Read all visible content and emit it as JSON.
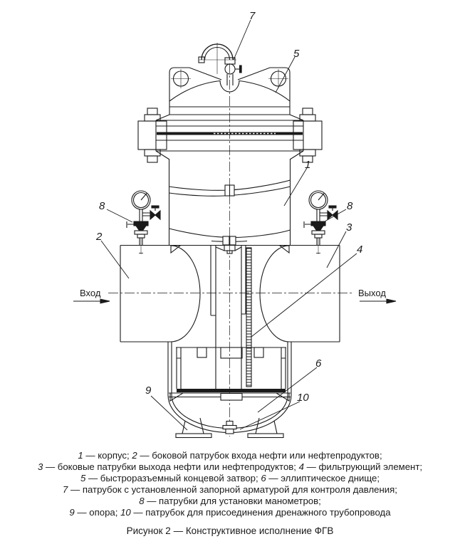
{
  "figure": {
    "labels": {
      "n1": "1",
      "n2": "2",
      "n3": "3",
      "n4": "4",
      "n5": "5",
      "n6": "6",
      "n7": "7",
      "n8": "8",
      "n9": "9",
      "n10": "10"
    },
    "ports": {
      "inlet": "Вход",
      "outlet": "Выход"
    },
    "captions": [
      "1 — корпус; 2 — боковой патрубок входа нефти или нефтепродуктов;",
      "3 — боковые патрубки выхода нефти или нефтепродуктов; 4 — фильтрующий элемент;",
      "5 — быстроразъемный концевой затвор; 6 — эллиптическое днище;",
      "7 — патрубок с установленной запорной арматурой для контроля давления;",
      "8 — патрубки для установки манометров;",
      "9 — опора; 10 — патрубок для присоединения дренажного трубопровода"
    ],
    "title": "Рисунок 2 — Конструктивное исполнение ФГВ",
    "line_color": "#1a1a1a"
  }
}
